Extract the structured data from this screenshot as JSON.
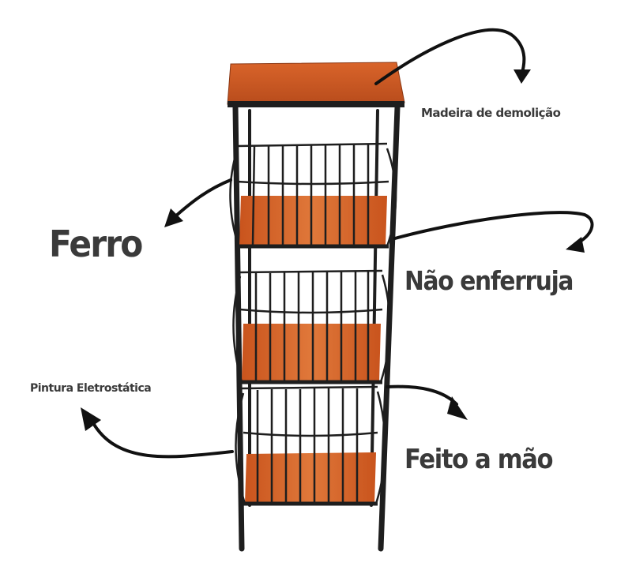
{
  "labels": {
    "madeira": "Madeira de demolição",
    "ferro": "Ferro",
    "nao_enferruja": "Não enferruja",
    "pintura": "Pintura Eletrostática",
    "feito_a_mao": "Feito a mão"
  },
  "colors": {
    "wood": "#d2581f",
    "wood_dark": "#a5421a",
    "iron": "#1e1e1e",
    "text": "#3a3a3a"
  }
}
